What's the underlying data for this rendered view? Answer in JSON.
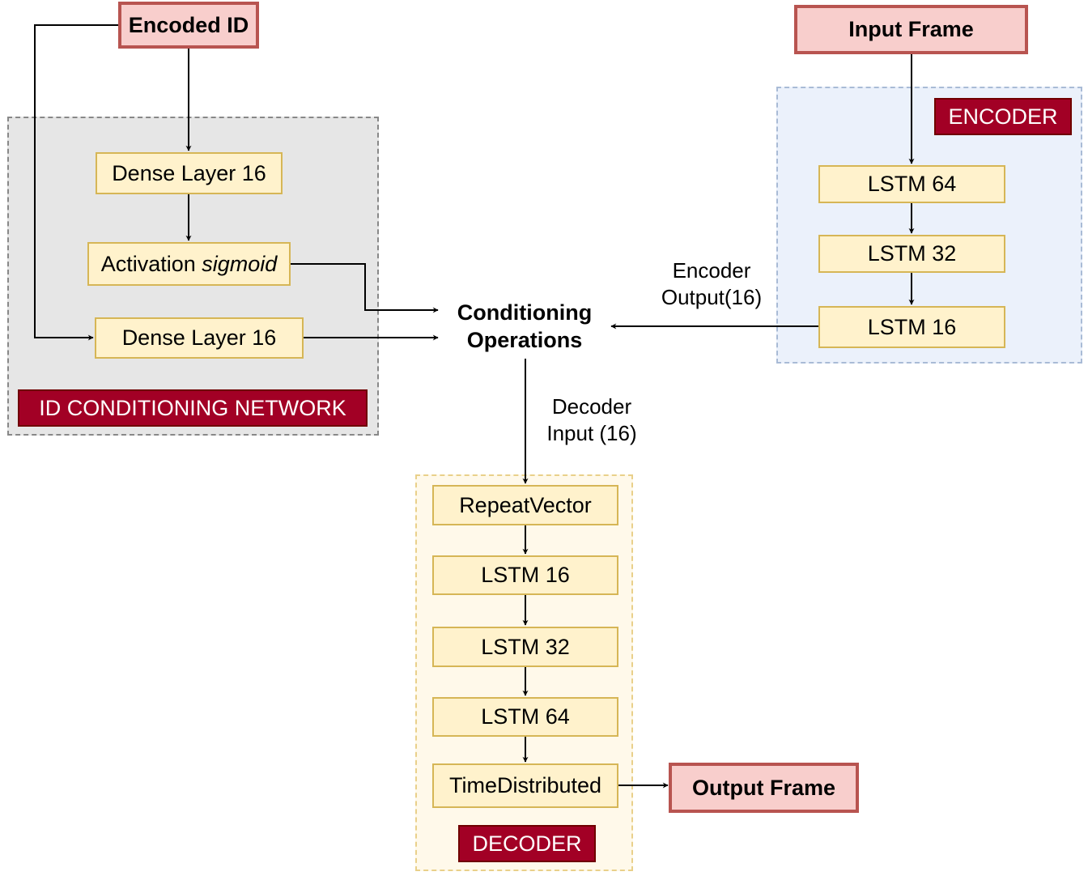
{
  "io": {
    "encoded_id": "Encoded ID",
    "input_frame": "Input Frame",
    "output_frame": "Output Frame"
  },
  "id_network": {
    "tag": "ID CONDITIONING NETWORK",
    "dense1": "Dense Layer 16",
    "activation_prefix": "Activation",
    "activation_fn": "sigmoid",
    "dense2": "Dense Layer 16"
  },
  "encoder": {
    "tag": "ENCODER",
    "layers": [
      "LSTM 64",
      "LSTM 32",
      "LSTM 16"
    ]
  },
  "conditioning": {
    "line1": "Conditioning",
    "line2": "Operations"
  },
  "labels": {
    "encoder_output_line1": "Encoder",
    "encoder_output_line2": "Output(16)",
    "decoder_input_line1": "Decoder",
    "decoder_input_line2": "Input (16)"
  },
  "decoder": {
    "tag": "DECODER",
    "layers": [
      "RepeatVector",
      "LSTM 16",
      "LSTM 32",
      "LSTM 64",
      "TimeDistributed"
    ]
  },
  "colors": {
    "layer_fill": "#fff2cc",
    "layer_stroke": "#d6b656",
    "io_fill": "#f8cecc",
    "io_stroke": "#b85450",
    "tag_fill": "#a20025"
  }
}
